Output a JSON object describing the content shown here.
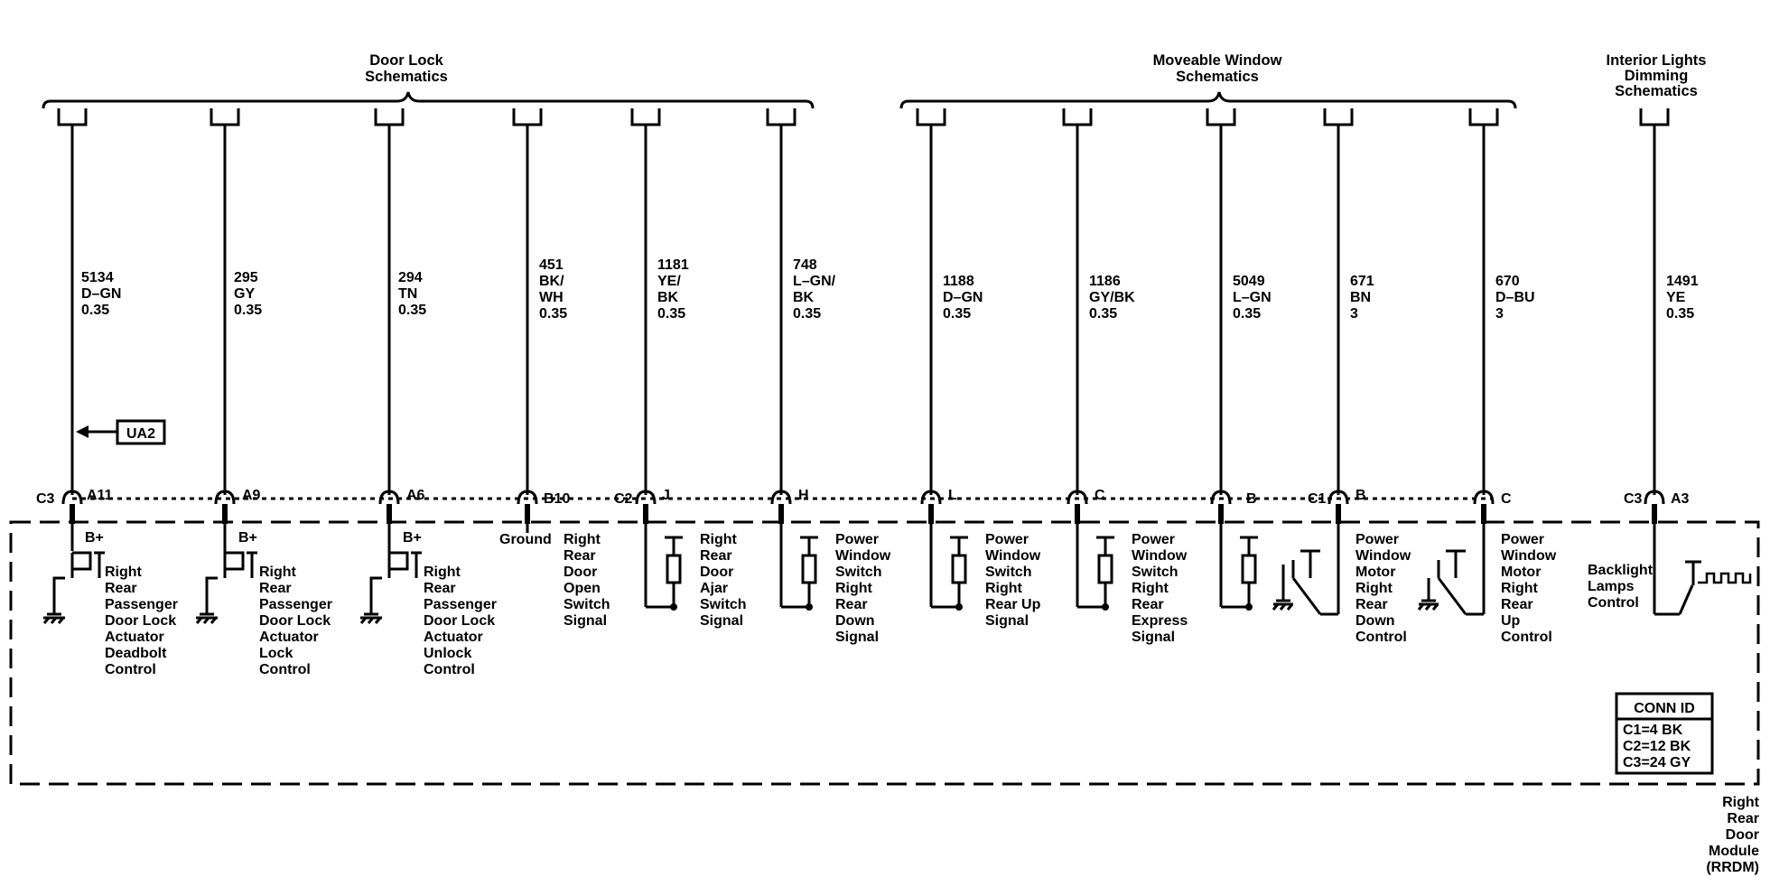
{
  "headers": {
    "door_lock": [
      "Door Lock",
      "Schematics"
    ],
    "moveable_window": [
      "Moveable Window",
      "Schematics"
    ],
    "interior_lights": [
      "Interior Lights",
      "Dimming",
      "Schematics"
    ]
  },
  "wires": [
    {
      "circuit": "5134",
      "color": "D–GN",
      "size": "0.35"
    },
    {
      "circuit": "295",
      "color": "GY",
      "size": "0.35"
    },
    {
      "circuit": "294",
      "color": "TN",
      "size": "0.35"
    },
    {
      "circuit": "451",
      "color": "BK/",
      "color2": "WH",
      "size": "0.35"
    },
    {
      "circuit": "1181",
      "color": "YE/",
      "color2": "BK",
      "size": "0.35"
    },
    {
      "circuit": "748",
      "color": "L–GN/",
      "color2": "BK",
      "size": "0.35"
    },
    {
      "circuit": "1188",
      "color": "D–GN",
      "size": "0.35"
    },
    {
      "circuit": "1186",
      "color": "GY/BK",
      "size": "0.35"
    },
    {
      "circuit": "5049",
      "color": "L–GN",
      "size": "0.35"
    },
    {
      "circuit": "671",
      "color": "BN",
      "size": "3"
    },
    {
      "circuit": "670",
      "color": "D–BU",
      "size": "3"
    },
    {
      "circuit": "1491",
      "color": "YE",
      "size": "0.35"
    }
  ],
  "connectors": {
    "c3": "C3",
    "c2": "C2",
    "c1": "C1",
    "c3b": "C3"
  },
  "pins": [
    "A11",
    "A9",
    "A6",
    "B10",
    "J",
    "H",
    "L",
    "C",
    "B",
    "B",
    "C",
    "A3"
  ],
  "ua2_label": "UA2",
  "bplus": "B+",
  "ground_label": "Ground",
  "functions": {
    "f1": [
      "Right",
      "Rear",
      "Passenger",
      "Door Lock",
      "Actuator",
      "Deadbolt",
      "Control"
    ],
    "f2": [
      "Right",
      "Rear",
      "Passenger",
      "Door Lock",
      "Actuator",
      "Lock",
      "Control"
    ],
    "f3": [
      "Right",
      "Rear",
      "Passenger",
      "Door Lock",
      "Actuator",
      "Unlock",
      "Control"
    ],
    "f5": [
      "Right",
      "Rear",
      "Door",
      "Open",
      "Switch",
      "Signal"
    ],
    "f6": [
      "Right",
      "Rear",
      "Door",
      "Ajar",
      "Switch",
      "Signal"
    ],
    "f7": [
      "Power",
      "Window",
      "Switch",
      "Right",
      "Rear",
      "Down",
      "Signal"
    ],
    "f8": [
      "Power",
      "Window",
      "Switch",
      "Right",
      "Rear Up",
      "Signal"
    ],
    "f9": [
      "Power",
      "Window",
      "Switch",
      "Right",
      "Rear",
      "Express",
      "Signal"
    ],
    "f10": [
      "Power",
      "Window",
      "Motor",
      "Right",
      "Rear",
      "Down",
      "Control"
    ],
    "f11": [
      "Power",
      "Window",
      "Motor",
      "Right",
      "Rear",
      "Up",
      "Control"
    ],
    "f12": [
      "Backlight",
      "Lamps",
      "Control"
    ]
  },
  "conn_id": {
    "title": "CONN ID",
    "rows": [
      "C1=4 BK",
      "C2=12 BK",
      "C3=24 GY"
    ]
  },
  "module": [
    "Right",
    "Rear",
    "Door",
    "Module",
    "(RRDM)"
  ]
}
